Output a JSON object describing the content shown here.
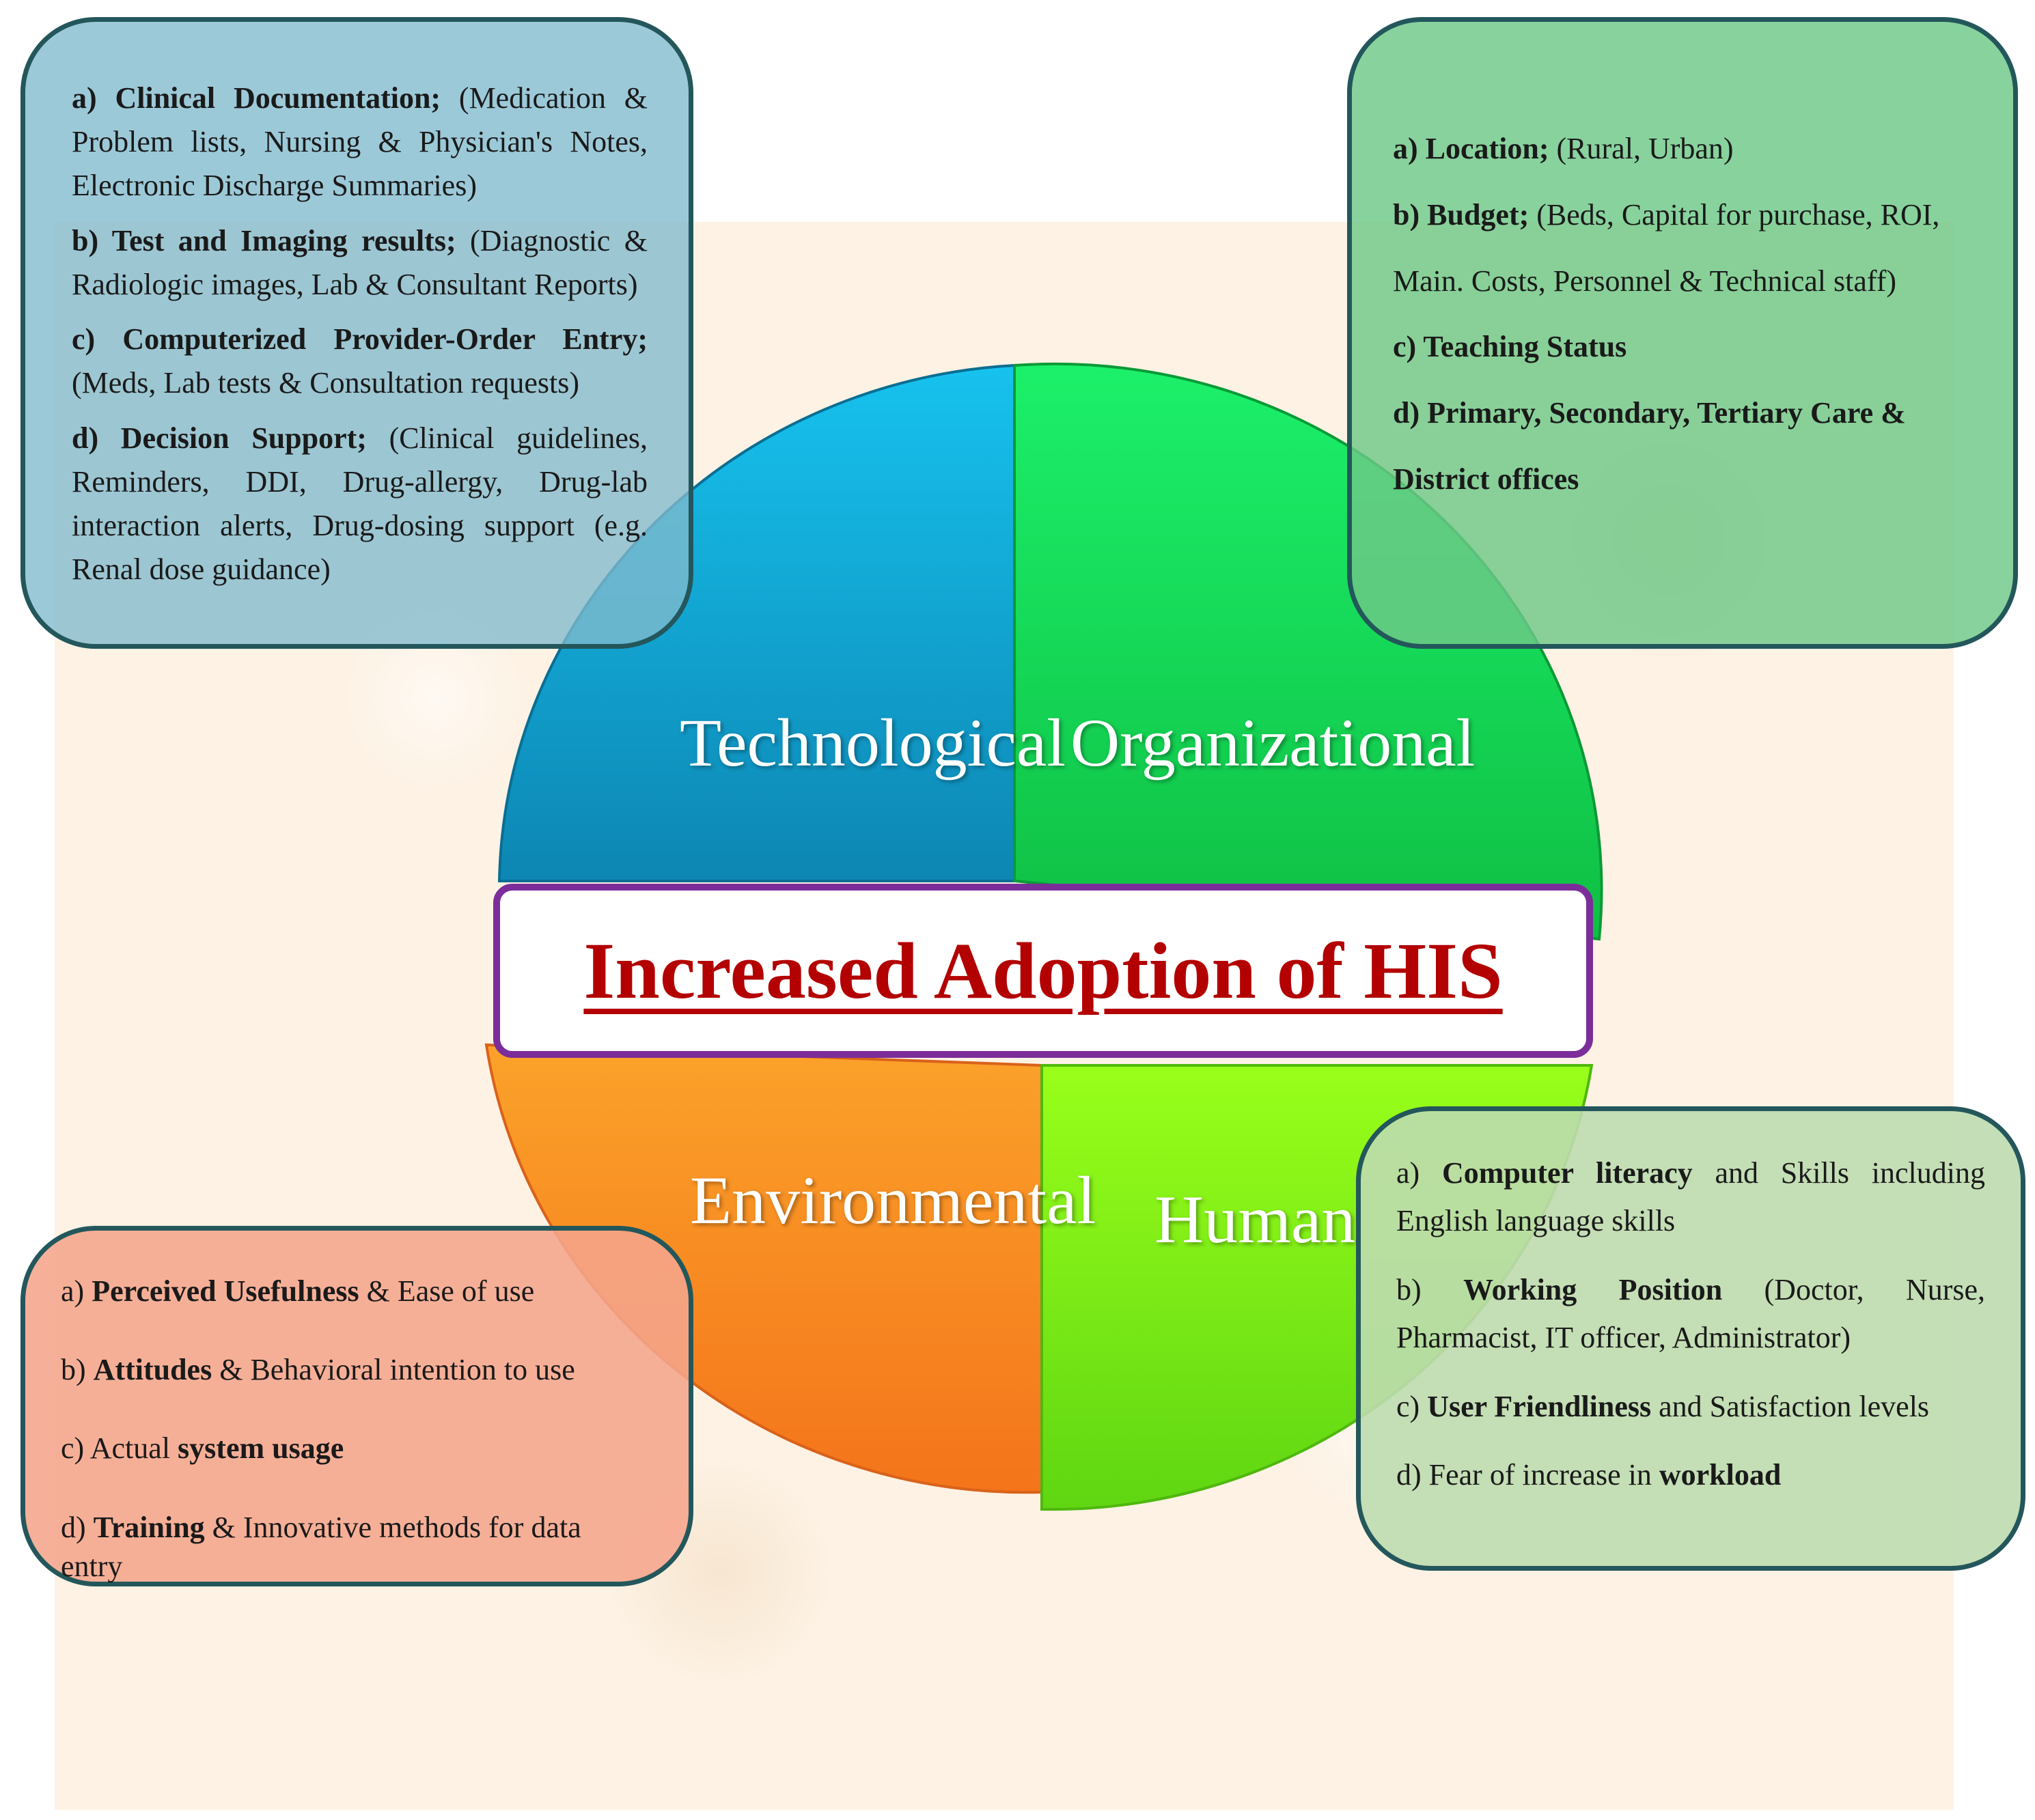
{
  "diagram": {
    "center_title": "Increased Adoption of HIS",
    "quadrants": [
      {
        "id": "technological",
        "label": "Technological",
        "color": "#0f9bc9"
      },
      {
        "id": "organizational",
        "label": "Organizational",
        "color": "#14d452"
      },
      {
        "id": "environmental",
        "label": "Environmental",
        "color": "#f7881a"
      },
      {
        "id": "human",
        "label": "Human",
        "color": "#86f312"
      }
    ],
    "cards": {
      "technological": [
        {
          "bold": "a) Clinical Documentation;",
          "rest": " (Medication & Problem lists, Nursing & Physician's Notes, Electronic Discharge Summaries)"
        },
        {
          "bold": "b) Test and Imaging results;",
          "rest": " (Diagnostic & Radiologic images, Lab & Consultant Reports)"
        },
        {
          "bold": "c) Computerized Provider-Order Entry;",
          "rest": " (Meds, Lab tests & Consultation requests)"
        },
        {
          "bold": "d) Decision Support;",
          "rest": " (Clinical guidelines, Reminders, DDI, Drug-allergy, Drug-lab interaction alerts, Drug-dosing support (e.g. Renal dose guidance)"
        }
      ],
      "organizational": [
        {
          "bold": "a) Location;",
          "rest": " (Rural, Urban)"
        },
        {
          "bold": "b) Budget;",
          "rest": " (Beds, Capital for purchase, ROI, Main. Costs, Personnel & Technical staff)"
        },
        {
          "bold": "c) Teaching Status",
          "rest": ""
        },
        {
          "bold": "d) Primary, Secondary, Tertiary Care & District offices",
          "rest": ""
        }
      ],
      "environmental": [
        {
          "pre": "a) ",
          "bold": "Perceived Usefulness",
          "rest": " & Ease of use"
        },
        {
          "pre": "b) ",
          "bold": "Attitudes",
          "rest": " & Behavioral intention to use"
        },
        {
          "pre": "c) Actual ",
          "bold": "system usage",
          "rest": ""
        },
        {
          "pre": "d) ",
          "bold": "Training",
          "rest": " & Innovative methods for data entry"
        }
      ],
      "human": [
        {
          "pre": "a) ",
          "bold": "Computer literacy",
          "rest": " and Skills including English language skills"
        },
        {
          "pre": "b) ",
          "bold": "Working Position",
          "rest": " (Doctor, Nurse, Pharmacist, IT officer, Administrator)"
        },
        {
          "pre": "c) ",
          "bold": "User Friendliness",
          "rest": " and Satisfaction levels"
        },
        {
          "pre": "d) Fear of increase in ",
          "bold": "workload",
          "rest": ""
        }
      ]
    }
  }
}
